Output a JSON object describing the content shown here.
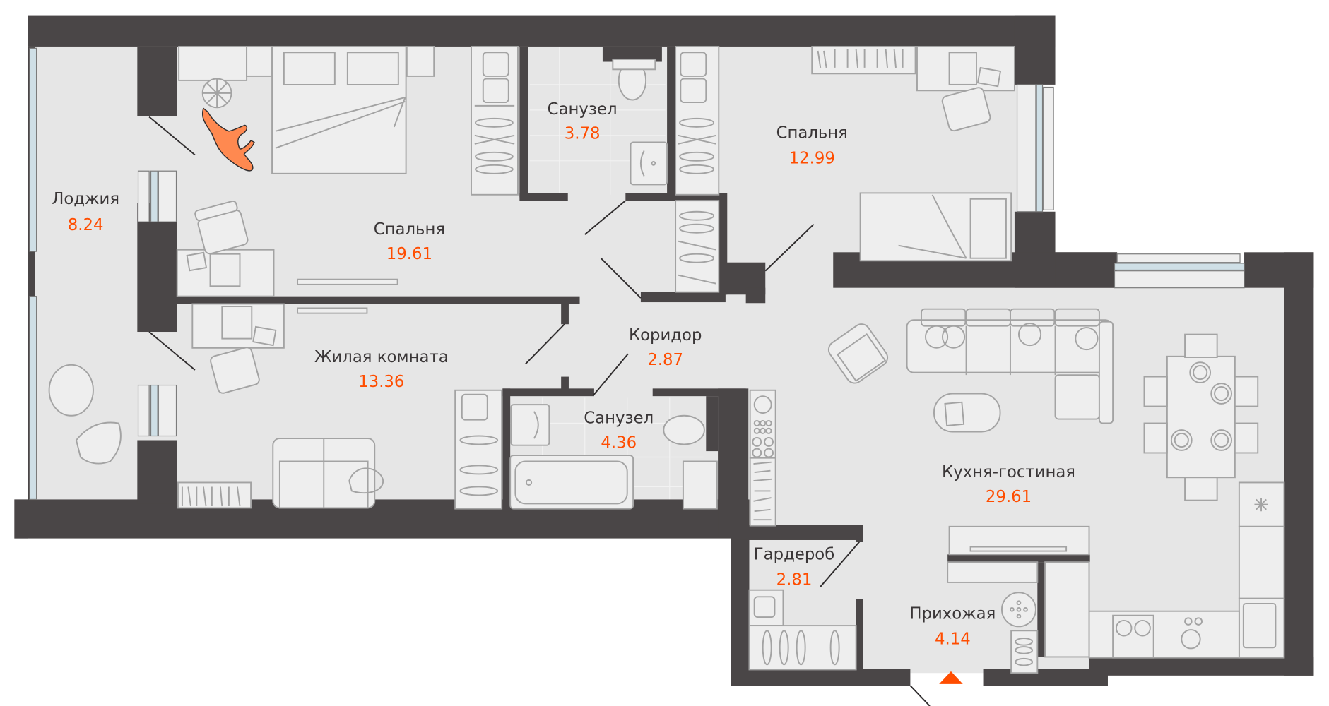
{
  "colors": {
    "wall": "#4a4647",
    "floor": "#e6e6e6",
    "accent": "#ff4d00",
    "window_glass": "#cfdfe6",
    "text": "#3a3637"
  },
  "rooms": [
    {
      "id": "loggia",
      "name": "Лоджия",
      "area": "8.24"
    },
    {
      "id": "bedroom-1",
      "name": "Спальня",
      "area": "19.61"
    },
    {
      "id": "bathroom-1",
      "name": "Санузел",
      "area": "3.78"
    },
    {
      "id": "bedroom-2",
      "name": "Спальня",
      "area": "12.99"
    },
    {
      "id": "living-room",
      "name": "Жилая комната",
      "area": "13.36"
    },
    {
      "id": "corridor",
      "name": "Коридор",
      "area": "2.87"
    },
    {
      "id": "bathroom-2",
      "name": "Санузел",
      "area": "4.36"
    },
    {
      "id": "kitchen-living",
      "name": "Кухня-гостиная",
      "area": "29.61"
    },
    {
      "id": "wardrobe",
      "name": "Гардероб",
      "area": "2.81"
    },
    {
      "id": "hallway",
      "name": "Прихожая",
      "area": "4.14"
    }
  ],
  "entrance_marker": "entrance-arrow"
}
